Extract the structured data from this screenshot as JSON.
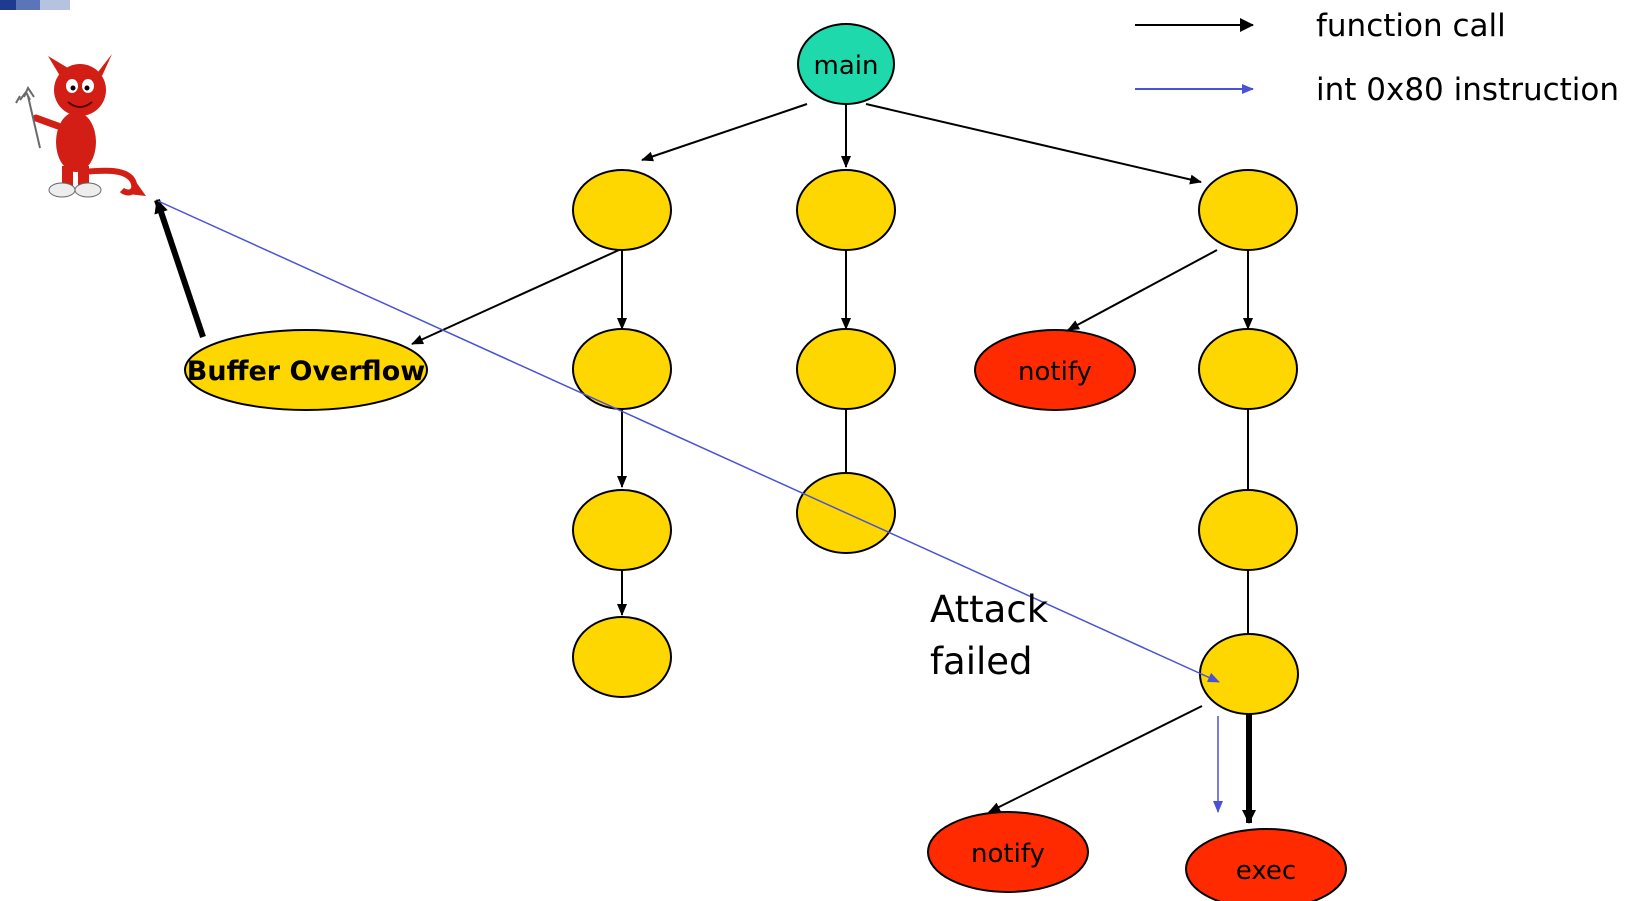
{
  "colors": {
    "call_node": "#FFD700",
    "root_node": "#1DD9AC",
    "syscall_node": "#FF2A00",
    "call_edge": "#000000",
    "int80_edge": "#4A52D6",
    "corner_accent": "#1F3B8F",
    "devil_body": "#D21E14"
  },
  "legend": {
    "function_call_label": "function call",
    "int80_label": "int 0x80 instruction"
  },
  "nodes": {
    "main_label": "main",
    "buffer_overflow_label": "Buffer Overflow",
    "notify_upper_label": "notify",
    "notify_lower_label": "notify",
    "exec_label": "exec"
  },
  "annotation": {
    "line1": "Attack",
    "line2": "failed"
  },
  "icons": {
    "attacker": "red-devil-mascot-icon",
    "corner": "slide-corner-accent"
  }
}
